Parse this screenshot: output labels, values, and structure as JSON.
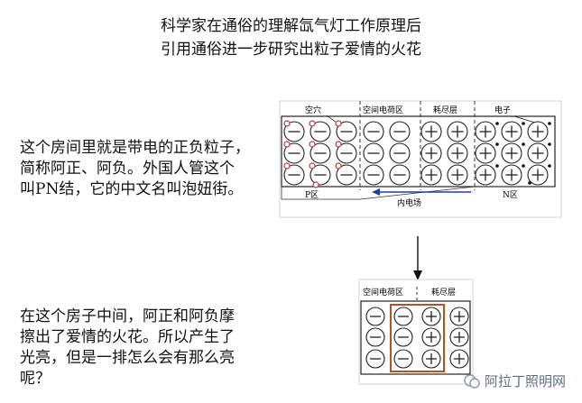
{
  "title": {
    "line1": "科学家在通俗的理解氙气灯工作原理后",
    "line2": "引用通俗进一步研究出粒子爱情的火花"
  },
  "paragraph1": "这个房间里就是带电的正负粒子，\n简称阿正、阿负。外国人管这个\n叫PN结，它的中文名叫泡妞街。",
  "paragraph2": "在这个房子中间，阿正和阿负摩\n擦出了爱情的火花。所以产生了\n光亮，但是一排怎么会有那么亮\n呢？",
  "diagram1": {
    "labels": {
      "hole": "空穴",
      "space_charge": "空间电荷区",
      "depletion": "耗尽层",
      "electron": "电子",
      "p_region": "P区",
      "n_region": "N区",
      "field": "内电场"
    }
  },
  "diagram2": {
    "labels": {
      "space_charge": "空间电荷区",
      "depletion": "耗尽层"
    }
  },
  "watermark": "阿拉丁照明网",
  "colors": {
    "hole": "#c0392b",
    "box_highlight": "#b5541e",
    "field_arrow": "#1f3fa8"
  }
}
